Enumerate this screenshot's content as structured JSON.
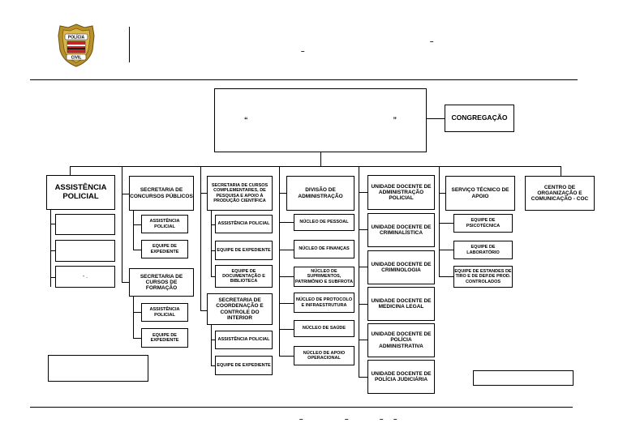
{
  "header": {
    "badge_top": "POLÍCIA",
    "badge_bottom": "CIVIL",
    "dash_right": "–",
    "dash_left": "–"
  },
  "top": {
    "quote_open": "“",
    "quote_close": "”",
    "congregacao": "CONGREGAÇÃO"
  },
  "col1": {
    "title": "ASSISTÊNCIA POLICIAL",
    "sub3_mark": "- ."
  },
  "col2": {
    "sec1": "SECRETARIA DE CONCURSOS PÚBLICOS",
    "sec1_a": "ASSISTÊNCIA POLICIAL",
    "sec1_b": "EQUIPE DE EXPEDIENTE",
    "sec2": "SECRETARIA DE CURSOS DE FORMAÇÃO",
    "sec2_a": "ASSISTÊNCIA POLICIAL",
    "sec2_b": "EQUIPE DE EXPEDIENTE"
  },
  "col3": {
    "sec1": "SECRETARIA DE CURSOS COMPLEMENTARES, DE PESQUISA E APOIO À PRODUÇÃO CIENTÍFICA",
    "sec1_a": "ASSISTÊNCIA POLICIAL",
    "sec1_b": "EQUIPE DE EXPEDIENTE",
    "sec1_c": "EQUIPE DE DOCUMENTAÇÃO E BIBLIOTECA",
    "sec2": "SECRETARIA DE COORDENAÇÃO E CONTROLE DO INTERIOR",
    "sec2_a": "ASSISTÊNCIA POLICIAL",
    "sec2_b": "EQUIPE DE EXPEDIENTE"
  },
  "col4": {
    "title": "DIVISÃO DE ADMINISTRAÇÃO",
    "items": [
      "NÚCLEO DE PESSOAL",
      "NÚCLEO DE FINANÇAS",
      "NÚCLEO DE SUPRIMENTOS, PATRIMÔNIO E SUBFROTA",
      "NÚCLEO DE PROTOCOLO E INFRAESTRUTURA",
      "NÚCLEO DE SAÚDE",
      "NÚCLEO DE APOIO OPERACIONAL"
    ]
  },
  "col5": {
    "items": [
      "UNIDADE DOCENTE DE ADMINISTRAÇÃO POLICIAL",
      "UNIDADE DOCENTE DE CRIMINALÍSTICA",
      "UNIDADE DOCENTE DE CRIMINOLOGIA",
      "UNIDADE DOCENTE DE MEDICINA LEGAL",
      "UNIDADE DOCENTE DE POLÍCIA ADMINISTRATIVA",
      "UNIDADE DOCENTE DE POLÍCIA JUDICIÁRIA"
    ]
  },
  "col6": {
    "title": "SERVIÇO TÉCNICO DE APOIO",
    "items": [
      "EQUIPE DE PSICOTÉCNICA",
      "EQUIPE DE LABORATÓRIO",
      "EQUIPE DE ESTANDES DE TIRO E DE DEP.DE PROD. CONTROLADOS"
    ]
  },
  "col7": {
    "title": "CENTRO DE ORGANIZAÇÃO E COMUNICAÇÃO - COC"
  },
  "footer": {
    "marks": [
      "–",
      "–",
      "–",
      "–"
    ]
  }
}
